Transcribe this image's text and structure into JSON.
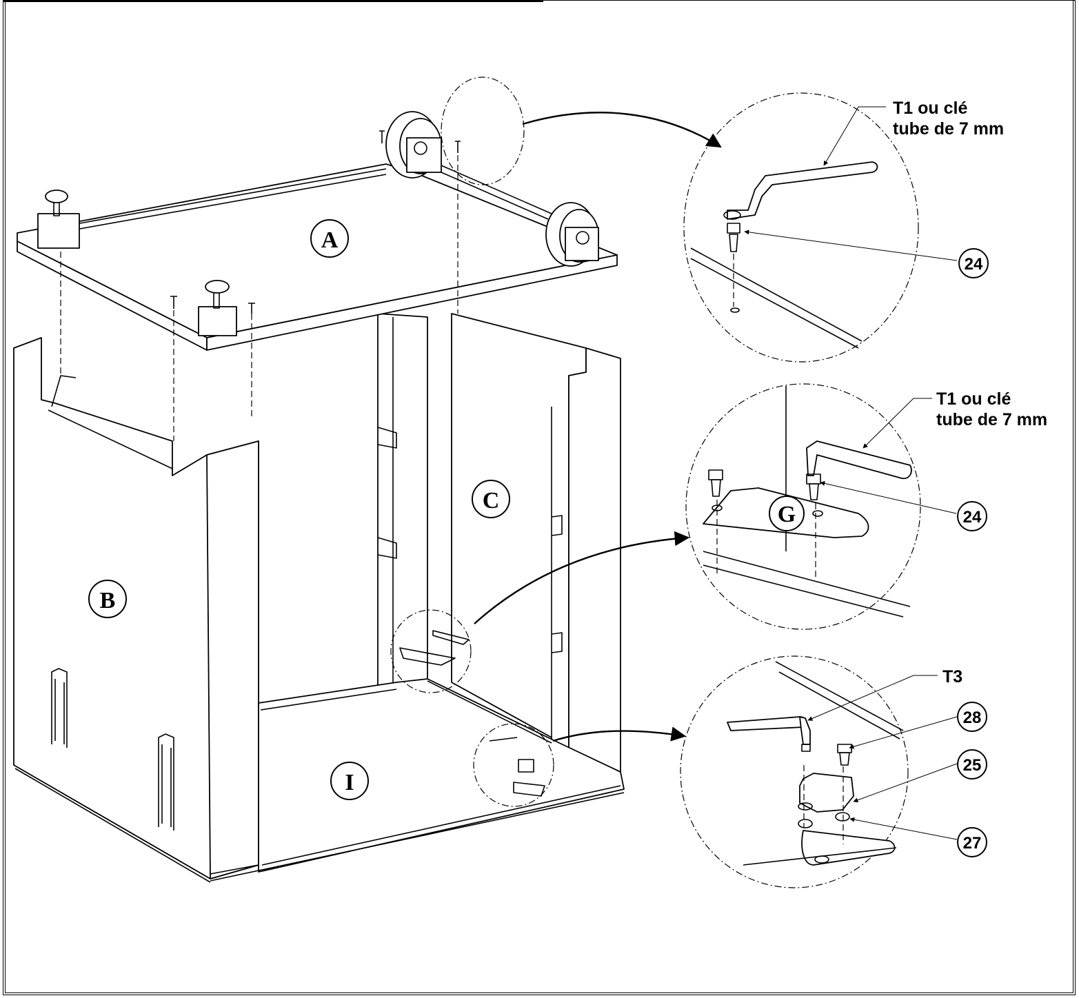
{
  "parts": {
    "A": "A",
    "B": "B",
    "C": "C",
    "I": "I",
    "G": "G"
  },
  "details": {
    "top": {
      "tool_line1": "T1 ou clé",
      "tool_line2": "tube de 7 mm",
      "callout": "24"
    },
    "middle": {
      "tool_line1": "T1 ou clé",
      "tool_line2": "tube de 7 mm",
      "callout": "24"
    },
    "bottom": {
      "tool": "T3",
      "callouts": [
        "28",
        "25",
        "27"
      ]
    }
  }
}
